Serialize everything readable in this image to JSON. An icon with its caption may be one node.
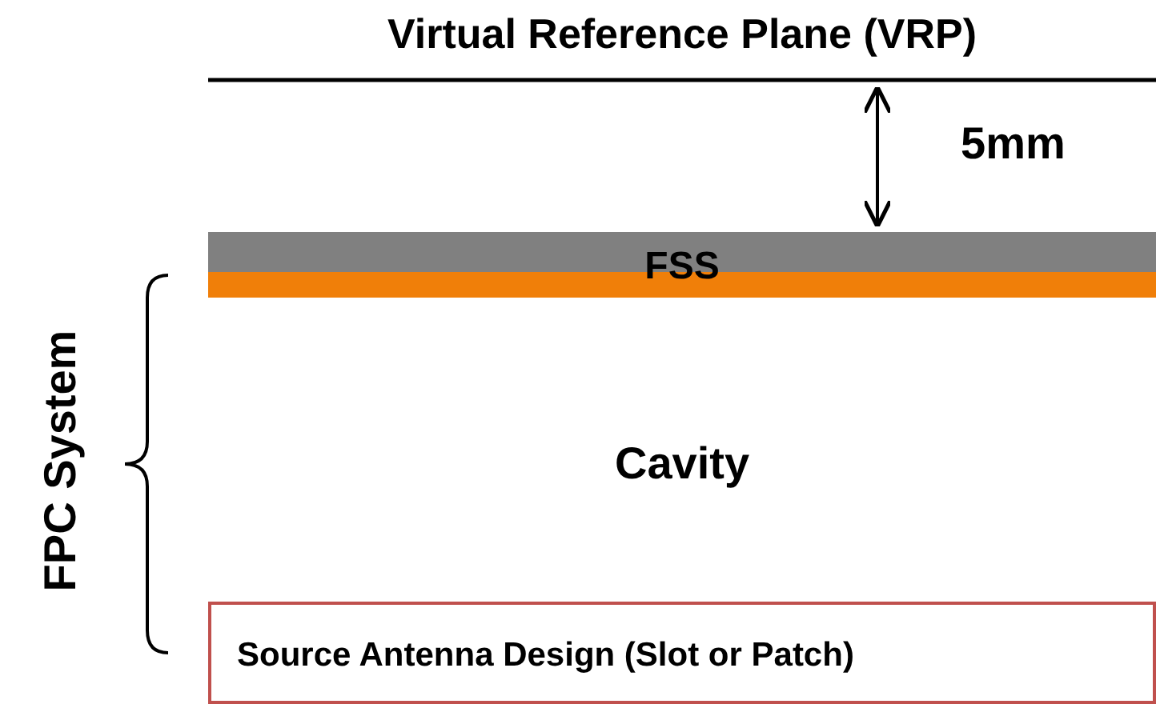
{
  "diagram": {
    "nodes": [
      {
        "text": [
          "FSS"
        ]
      },
      {
        "text": [],
        "shape": "bar"
      },
      {
        "text": [
          "Source Antenna Design (Slot or Patch)"
        ]
      }
    ],
    "labels": [
      "Virtual Reference Plane (VRP)",
      "5mm",
      "Cavity",
      "FPC System"
    ]
  }
}
